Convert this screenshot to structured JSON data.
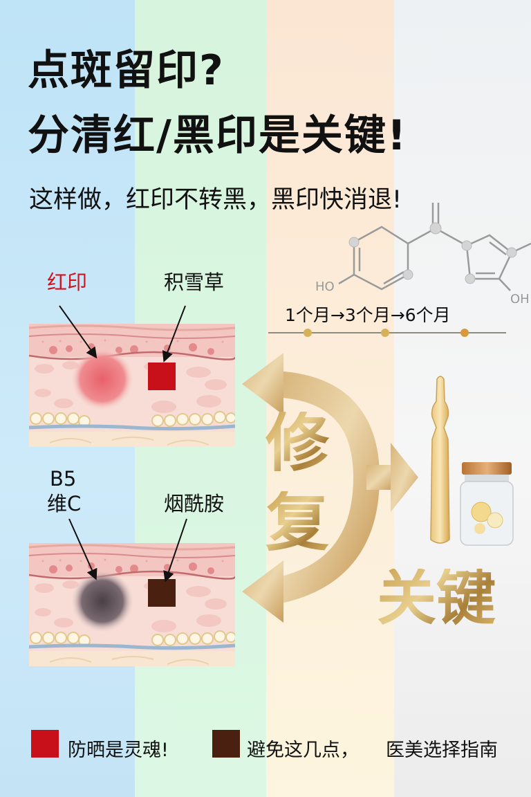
{
  "title": {
    "line1": "点斑留印?",
    "line2": "分清红/黑印是关键!"
  },
  "subtitle": "这样做，红印不转黑，黑印快消退!",
  "molecule": {
    "ho_left": "HO",
    "oh_right": "OH"
  },
  "timeline": {
    "text": "1个月→3个月→6个月",
    "milestones": [
      "1个月",
      "3个月",
      "6个月"
    ]
  },
  "red_mark_panel": {
    "label_left": "红印",
    "label_right": "积雪草",
    "label_left_color": "#d0141e"
  },
  "dark_mark_panel": {
    "label_left_line1": "B5",
    "label_left_line2": "维C",
    "label_right": "烟酰胺"
  },
  "center_text": {
    "repair_1": "修",
    "repair_2": "复",
    "key": "关键"
  },
  "legend": [
    {
      "color": "#c8101a",
      "label": "防晒是灵魂!"
    },
    {
      "color": "#4a2110",
      "label": "避免这几点，"
    },
    {
      "label": "医美选择指南"
    }
  ],
  "colors": {
    "red": "#c8101a",
    "brown": "#4a2110",
    "gold": "#c9a050"
  }
}
